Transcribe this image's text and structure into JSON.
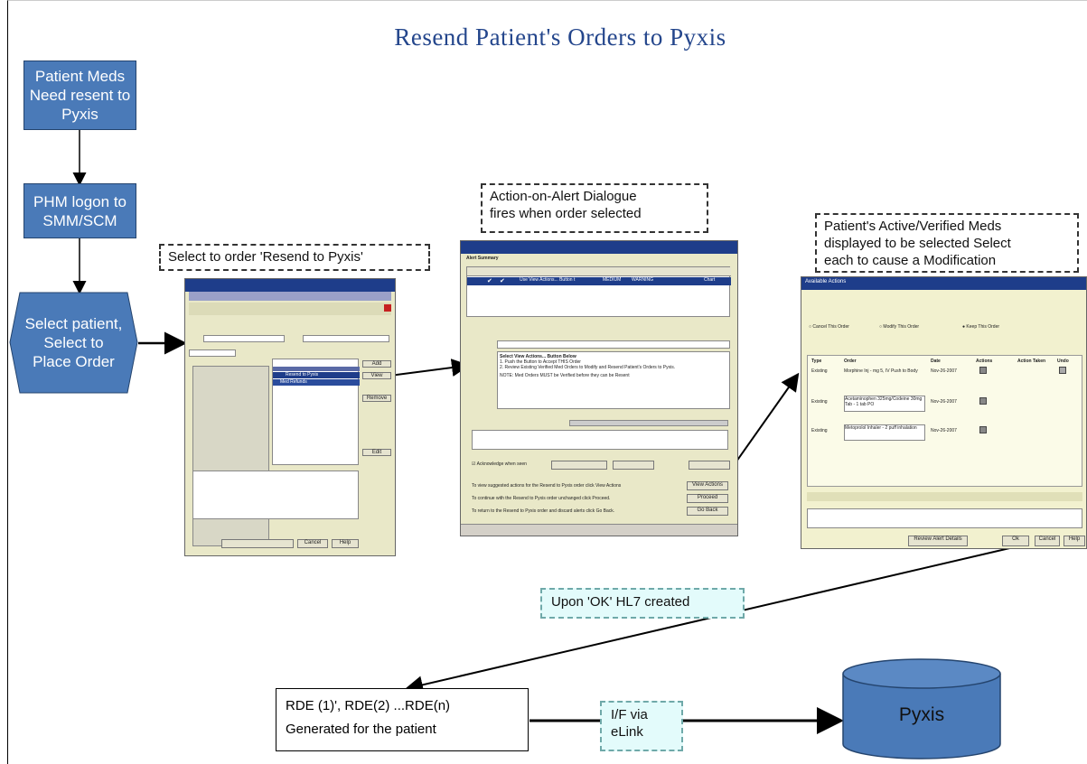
{
  "title": "Resend Patient's Orders to Pyxis",
  "flow": {
    "step1": "Patient Meds\nNeed resent to\nPyxis",
    "step2": "PHM logon to\nSMM/SCM",
    "step3": "Select patient,\nSelect to\nPlace Order"
  },
  "callouts": {
    "resend": "Select to order 'Resend to Pyxis'",
    "action_alert": "Action-on-Alert Dialogue\nfires when order selected",
    "active_meds": "Patient's Active/Verified Meds\ndisplayed to be selected   Select\neach to cause  a Modification",
    "hl7": "Upon 'OK'  HL7 created",
    "interface": "I/F via\neLink"
  },
  "rde_box": {
    "line1": "RDE (1)', RDE(2) ...RDE(n)",
    "line2": "Generated  for the patient"
  },
  "database": {
    "label": "Pyxis"
  },
  "screenshots": {
    "order_entry": {
      "list_items": [
        "Resend to Pyxis",
        "Med Refunds"
      ],
      "buttons": [
        "Add",
        "View",
        "Remove",
        "Edit",
        "Cancel",
        "Help"
      ]
    },
    "alert": {
      "title": "Alert Summary",
      "alert_row": [
        "Use View Actions... Button t",
        "MEDIUM",
        "WARNING",
        "Chart"
      ],
      "message_heading": "Select View Actions... Button Below",
      "steps": [
        "1. Push the Button to Accept THIS Order",
        "2. Review Existing Verified Med Orders to Modify and Resend Patient's Orders to Pyxis."
      ],
      "note": "NOTE:  Med Orders MUST be Verified before they can be Resent",
      "ack_label": "Acknowledge when seen",
      "buttons": [
        "View Actions",
        "Proceed",
        "Go Back"
      ],
      "instructions": [
        "To view suggested actions for the Resend to Pyxis order click View Actions",
        "To continue with the Resend to Pyxis order unchanged click Proceed.",
        "To return to the Resend to Pyxis order and discard alerts click Go Back."
      ]
    },
    "actions": {
      "title": "Available Actions",
      "options": [
        "Cancel This Order",
        "Modify This Order",
        "Keep This Order"
      ],
      "columns": [
        "Type",
        "Order",
        "Date",
        "Actions",
        "Action Taken",
        "Undo"
      ],
      "rows": [
        [
          "Existing",
          "Morphine Inj - mg 5, IV Push to Body",
          "Nov-26-2007"
        ],
        [
          "Existing",
          "Acetaminophen 325mg/Codeine 30mg Tab - 1 tab PO",
          "Nov-26-2007"
        ],
        [
          "Existing",
          "Metoprolol Inhaler - 2 puff inhalation",
          "Nov-26-2007"
        ]
      ],
      "buttons": [
        "Review Alert Details",
        "Ok",
        "Cancel",
        "Help"
      ]
    }
  }
}
